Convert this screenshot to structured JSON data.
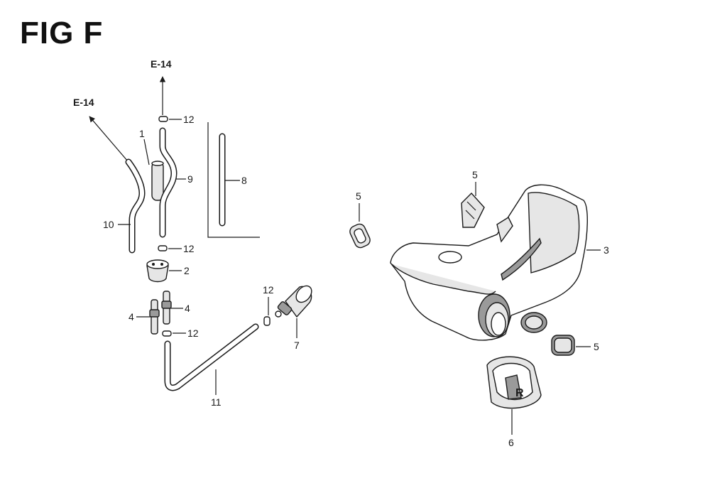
{
  "figure": {
    "title": "FIG F"
  },
  "references": {
    "ref_top": "E-14",
    "ref_left": "E-14"
  },
  "callouts": {
    "c1": "1",
    "c2": "2",
    "c3": "3",
    "c4a": "4",
    "c4b": "4",
    "c5a": "5",
    "c5b": "5",
    "c5c": "5",
    "c6": "6",
    "c7": "7",
    "c8": "8",
    "c9": "9",
    "c10": "10",
    "c11": "11",
    "c12a": "12",
    "c12b": "12",
    "c12c": "12",
    "c12d": "12"
  }
}
